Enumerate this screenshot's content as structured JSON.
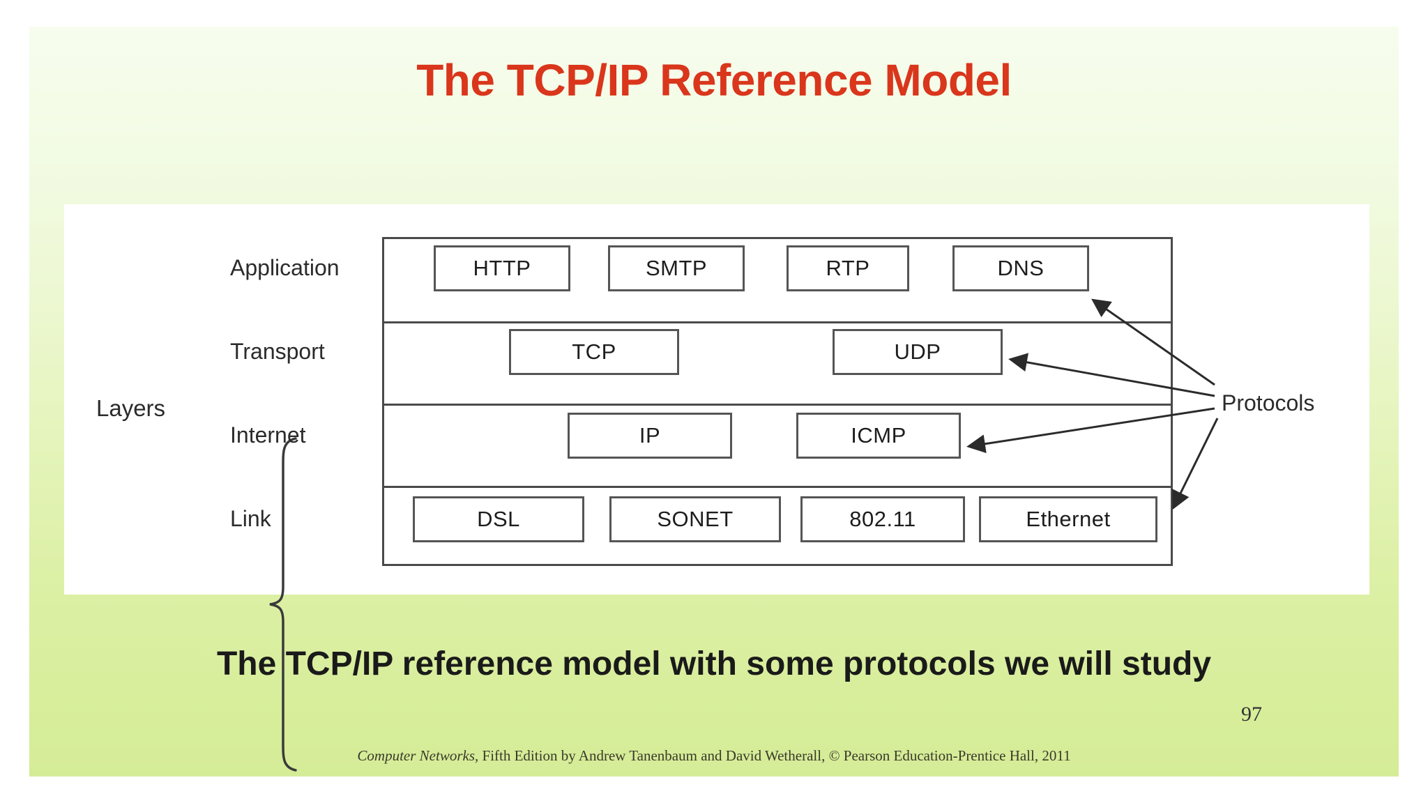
{
  "slide": {
    "title": "The TCP/IP Reference Model",
    "caption": "The TCP/IP reference model with some protocols we will study",
    "page_number": "97",
    "credit_italic": "Computer Networks",
    "credit_rest": ", Fifth Edition by Andrew Tanenbaum and David Wetherall, © Pearson Education-Prentice Hall, 2011",
    "colors": {
      "title": "#d9361c",
      "bg_top": "#f7fdee",
      "bg_bottom": "#d5ec97",
      "panel": "#ffffff",
      "line": "#4a4a4a",
      "text": "#1d1d1d"
    }
  },
  "diagram": {
    "brace_label": "Layers",
    "annotation_label": "Protocols",
    "layers": [
      {
        "name": "Application",
        "protocols": [
          "HTTP",
          "SMTP",
          "RTP",
          "DNS"
        ]
      },
      {
        "name": "Transport",
        "protocols": [
          "TCP",
          "UDP"
        ]
      },
      {
        "name": "Internet",
        "protocols": [
          "IP",
          "ICMP"
        ]
      },
      {
        "name": "Link",
        "protocols": [
          "DSL",
          "SONET",
          "802.11",
          "Ethernet"
        ]
      }
    ]
  }
}
